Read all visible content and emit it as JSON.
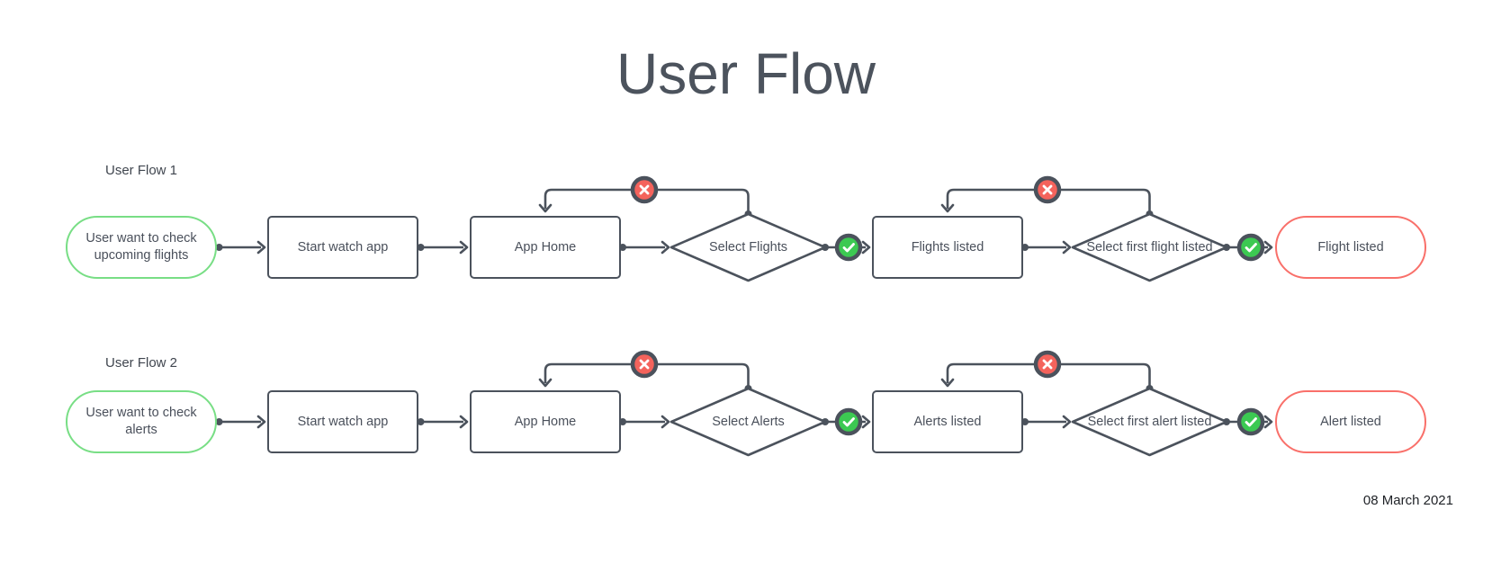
{
  "title": "User Flow",
  "date": "08 March 2021",
  "flows": [
    {
      "label": "User Flow 1",
      "start": "User want to check upcoming flights",
      "step1": "Start watch app",
      "step2": "App Home",
      "decision1": "Select Flights",
      "step3": "Flights listed",
      "decision2": "Select first flight listed",
      "end": "Flight listed"
    },
    {
      "label": "User Flow 2",
      "start": "User want to check alerts",
      "step1": "Start watch app",
      "step2": "App Home",
      "decision1": "Select Alerts",
      "step3": "Alerts listed",
      "decision2": "Select first alert listed",
      "end": "Alert listed"
    }
  ],
  "icons": {
    "success": "check-icon",
    "failure": "x-icon"
  },
  "colors": {
    "line": "#4B525C",
    "start_border": "#78DE85",
    "end_border": "#F9706A",
    "success_fill": "#3CC952",
    "failure_fill": "#F4635C",
    "text": "#4A505B",
    "title_text": "#4C535D"
  }
}
